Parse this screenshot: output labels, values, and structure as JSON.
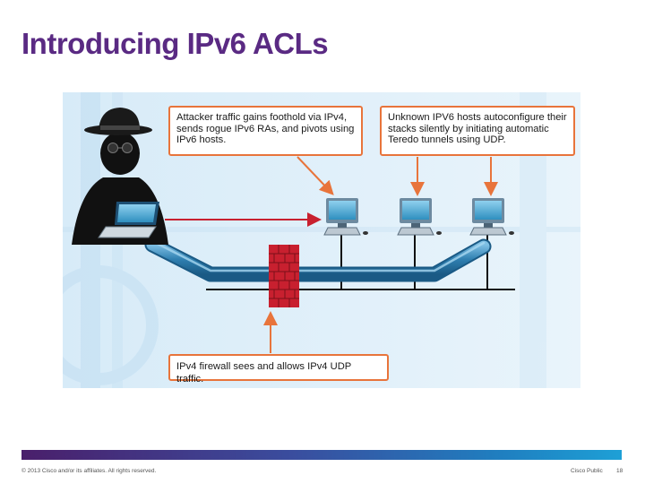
{
  "slide": {
    "title": "Introducing IPv6 ACLs"
  },
  "diagram": {
    "callout_attacker": "Attacker traffic gains foothold via IPv4, sends rogue IPv6 RAs, and pivots using IPv6 hosts.",
    "callout_unknown": "Unknown IPV6 hosts autoconfigure their stacks silently by initiating automatic Teredo tunnels using UDP.",
    "callout_firewall": "IPv4 firewall sees and allows IPv4 UDP traffic."
  },
  "footer": {
    "copyright": "© 2013 Cisco and/or its affiliates. All rights reserved.",
    "confidentiality": "Cisco Public",
    "page_number": "18"
  },
  "colors": {
    "title": "#5a2a83",
    "callout_border": "#e8743b",
    "arrow_orange": "#e8743b",
    "arrow_red": "#c8202f",
    "pipe_blue": "#3f8fbe",
    "diagram_background": "#cfe6f5",
    "firewall_brick": "#c8202f"
  }
}
